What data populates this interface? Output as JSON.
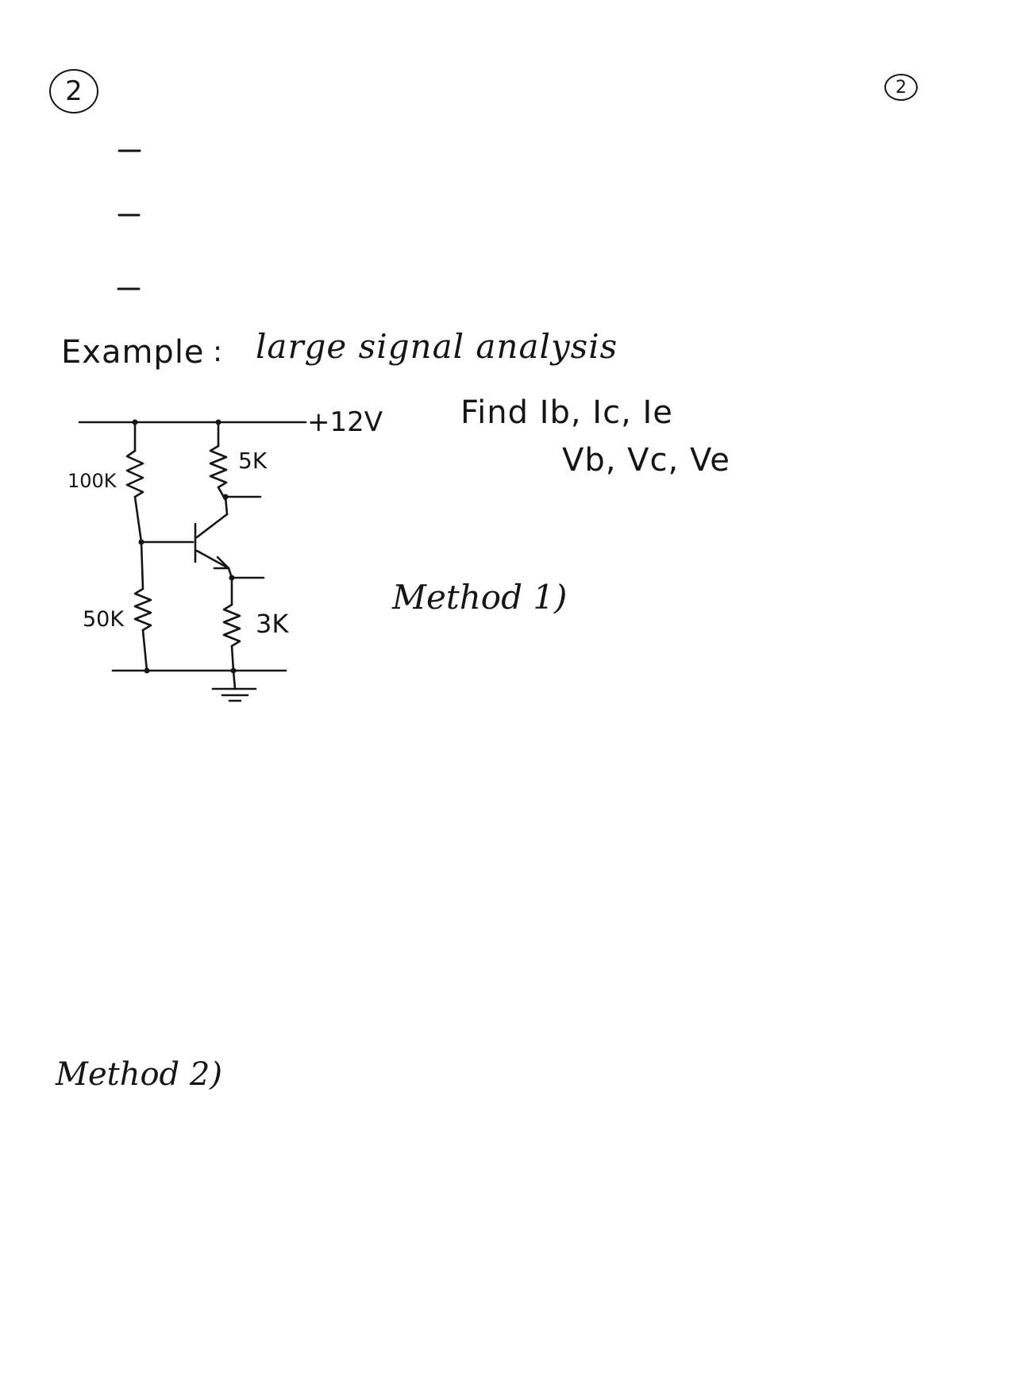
{
  "page_number": "2",
  "example": {
    "label": "Example",
    "colon": ":",
    "title": "large signal analysis"
  },
  "task": {
    "line1": "Find Ib, Ic, Ie",
    "line2": "Vb, Vc, Ve"
  },
  "circuit": {
    "supply": "+12V",
    "r1": "100K",
    "r2": "50K",
    "rc": "5K",
    "re": "3K"
  },
  "methods": {
    "method1": "Method 1)",
    "method2": "Method 2)"
  }
}
